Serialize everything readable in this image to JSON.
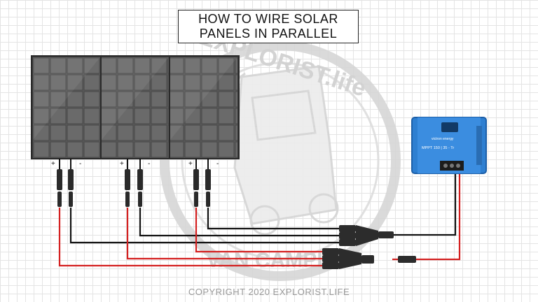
{
  "title": {
    "line1": "HOW TO WIRE SOLAR",
    "line2": "PANELS IN PARALLEL"
  },
  "copyright": "COPYRIGHT 2020 EXPLORIST.LIFE",
  "watermark": {
    "top": "EXPLORIST.life",
    "bottom": "VAN CAMPING"
  },
  "panels": [
    {
      "plus": "+",
      "minus": "-"
    },
    {
      "plus": "+",
      "minus": "-"
    },
    {
      "plus": "+",
      "minus": "-"
    }
  ],
  "controller": {
    "brand": "victron energy",
    "model": "MPPT 150 | 35 - Tr"
  },
  "colors": {
    "positive_wire": "#d42020",
    "negative_wire": "#111111",
    "controller": "#2e7fd1",
    "panel": "#5a5a5a"
  }
}
